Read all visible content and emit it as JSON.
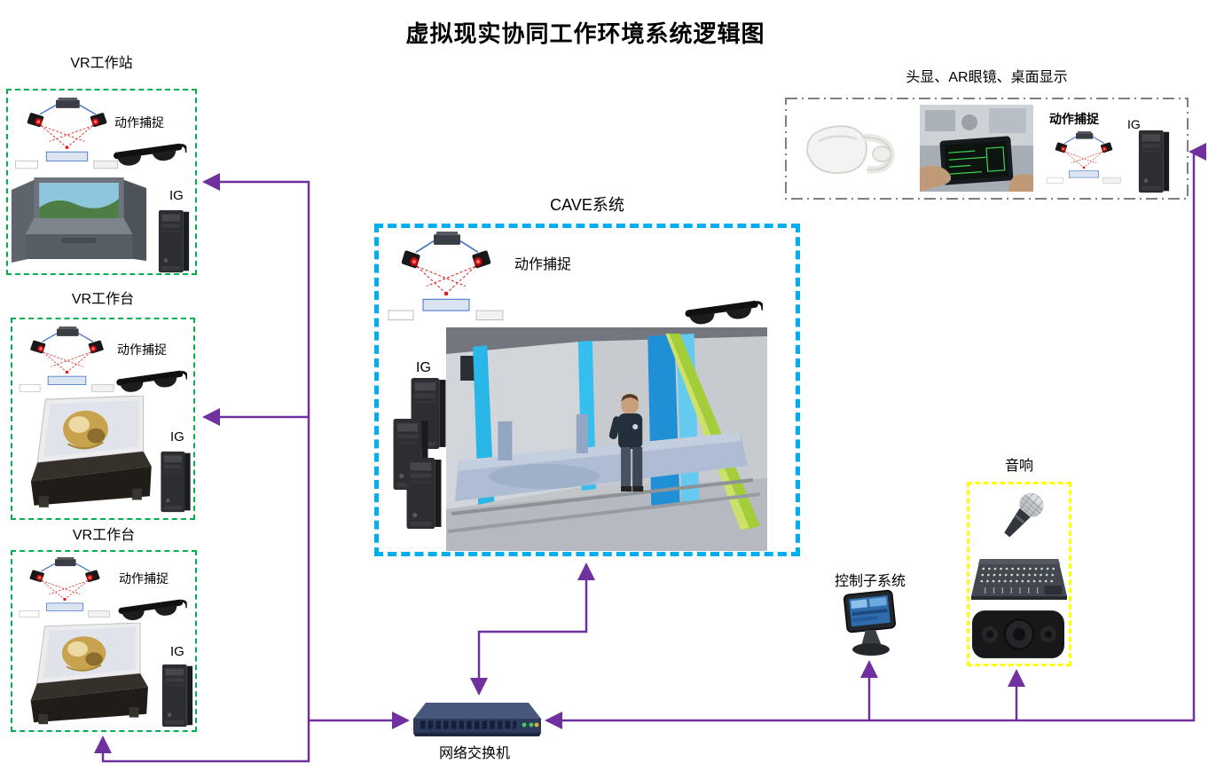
{
  "title": "虚拟现实协同工作环境系统逻辑图",
  "nodes": {
    "vr_workstation": {
      "label": "VR工作站",
      "motion_capture_label": "动作捕捉",
      "ig_label": "IG"
    },
    "vr_workbench_1": {
      "label": "VR工作台",
      "motion_capture_label": "动作捕捉",
      "ig_label": "IG"
    },
    "vr_workbench_2": {
      "label": "VR工作台",
      "motion_capture_label": "动作捕捉",
      "ig_label": "IG"
    },
    "cave": {
      "label": "CAVE系统",
      "motion_capture_label": "动作捕捉",
      "ig_label": "IG"
    },
    "hmd_ar_desktop": {
      "label": "头显、AR眼镜、桌面显示",
      "motion_capture_label": "动作捕捉",
      "ig_label": "IG"
    },
    "audio": {
      "label": "音响"
    },
    "control_subsystem": {
      "label": "控制子系统"
    },
    "network_switch": {
      "label": "网络交换机"
    }
  },
  "colors": {
    "workstation_border": "#00B050",
    "cave_border": "#00AEEF",
    "audio_border": "#FFFF00",
    "hmd_border": "#7F7F7F",
    "connector": "#7030A0"
  }
}
